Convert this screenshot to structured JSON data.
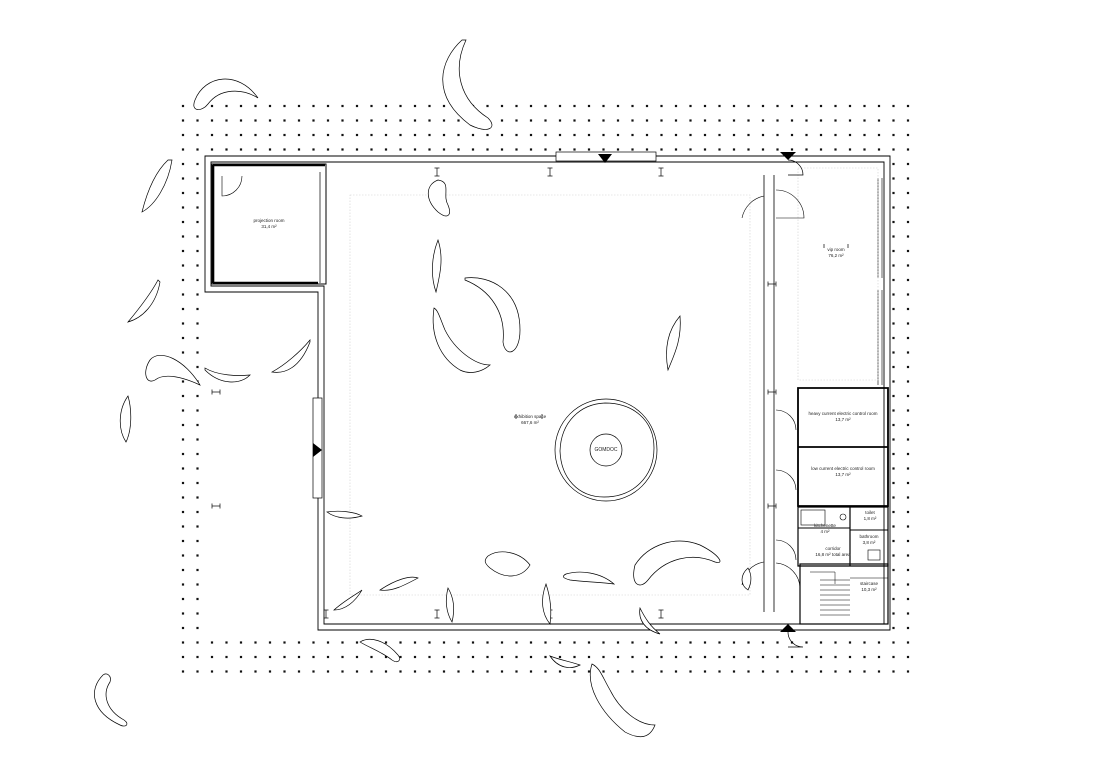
{
  "rooms": {
    "projection_room": {
      "name": "projection room",
      "area": "31,4 m²"
    },
    "vip_room": {
      "name": "vip room",
      "area": "76,2 m²"
    },
    "exhibition_space": {
      "name": "exhibition space",
      "area": "667,6 m²"
    },
    "center_object": {
      "name": "GOMDOC"
    },
    "heavy_current_room": {
      "name": "heavy current electric control room",
      "area": "13,7 m²"
    },
    "low_current_room": {
      "name": "low current electric control room",
      "area": "13,7 m²"
    },
    "toilet": {
      "name": "toilet",
      "area": "1,8 m²"
    },
    "kitchenette": {
      "name": "kitchenette",
      "area": "4 m²"
    },
    "bathroom": {
      "name": "bathroom",
      "area": "3,8 m²"
    },
    "corridor": {
      "name": "corridor",
      "area": "16,8 m² total area"
    },
    "staircase": {
      "name": "staircase",
      "area": "10,3 m²"
    }
  },
  "colors": {
    "line": "#000000",
    "dot": "#111111",
    "grey_dot": "#bdbdbd",
    "background": "#ffffff"
  },
  "icons": [
    "entrance-arrow-icon",
    "door-swing-icon",
    "landscape-blob-icon"
  ]
}
